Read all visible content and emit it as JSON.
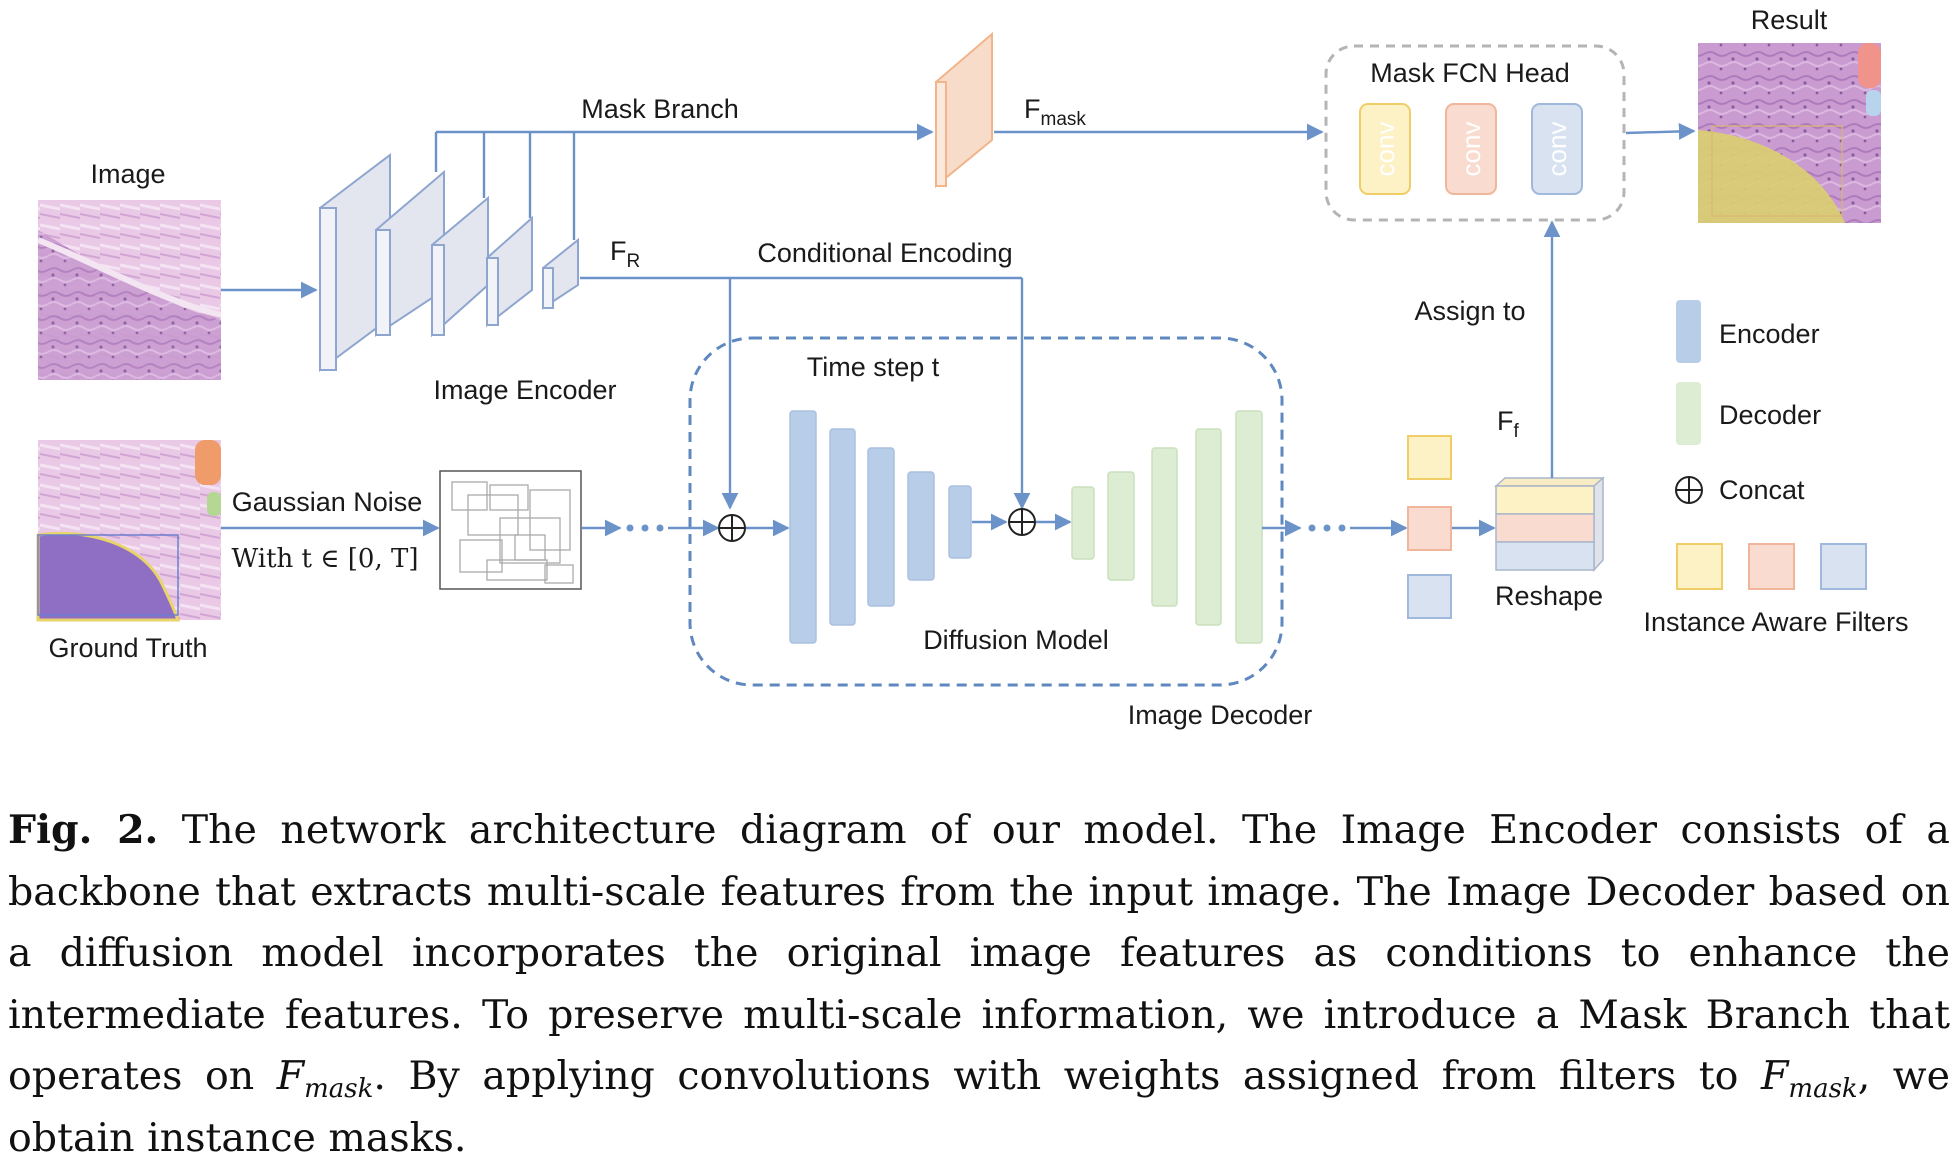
{
  "diagram": {
    "image_label": "Image",
    "ground_truth_label": "Ground Truth",
    "image_encoder_label": "Image Encoder",
    "mask_branch_label": "Mask Branch",
    "f_mask_main": "F",
    "f_mask_sub": "mask",
    "f_r_main": "F",
    "f_r_sub": "R",
    "conditional_encoding_label": "Conditional Encoding",
    "time_step_label": "Time step t",
    "gaussian_noise_label": "Gaussian Noise",
    "with_t_label": "With t  ∈ [0, T]",
    "diffusion_model_label": "Diffusion Model",
    "image_decoder_label": "Image Decoder",
    "mask_fcn_head_label": "Mask FCN Head",
    "conv_labels": [
      "conv",
      "conv",
      "conv"
    ],
    "result_label": "Result",
    "assign_to_label": "Assign to",
    "f_f_main": "F",
    "f_f_sub": "f",
    "reshape_label": "Reshape",
    "legend": {
      "encoder": "Encoder",
      "decoder": "Decoder",
      "concat": "Concat",
      "instance_filters": "Instance Aware Filters"
    },
    "colors": {
      "arrow": "#6b93c9",
      "encoder_fill": "#b8cde8",
      "decoder_fill": "#dcedd3",
      "yellow_filter": "#fdf1c6",
      "orange_filter": "#f9dccf",
      "blue_filter": "#d8e2f1"
    }
  },
  "caption": {
    "fig_label": "Fig. 2.",
    "text_1": " The network architecture diagram of our model. The Image Encoder consists of a backbone that extracts multi-scale features from the input image. The Image Decoder based on a diffusion model incorporates the original image features as conditions to enhance the intermediate features. To preserve multi-scale information, we introduce a Mask Branch that operates on ",
    "math_f": "F",
    "math_sub": "mask",
    "text_2": ". By applying convolutions with weights assigned from filters to ",
    "text_3": ", we obtain instance masks."
  }
}
